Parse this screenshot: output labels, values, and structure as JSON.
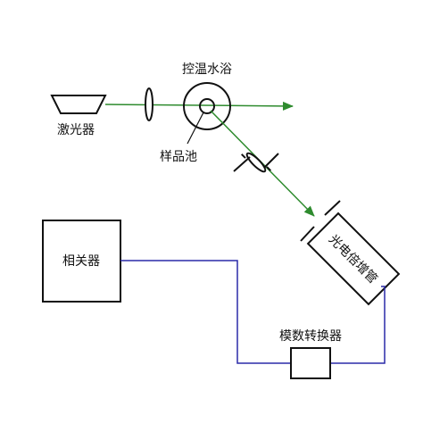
{
  "labels": {
    "laser": "激光器",
    "lens": "",
    "water_bath": "控温水浴",
    "sample_cell": "样品池",
    "pmt": "光电倍增管",
    "correlator": "相关器",
    "adc": "模数转换器"
  },
  "colors": {
    "beam": "#2e8b2e",
    "wire": "#2a2aa8",
    "outline": "#111111",
    "background": "#ffffff"
  }
}
